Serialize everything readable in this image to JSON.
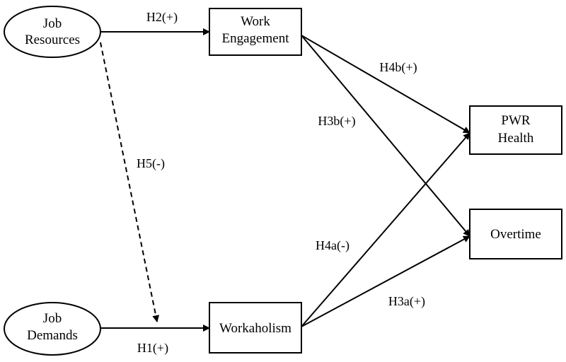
{
  "diagram": {
    "nodes": [
      {
        "id": "job-resources",
        "shape": "ellipse",
        "lines": [
          "Job",
          "Resources"
        ]
      },
      {
        "id": "job-demands",
        "shape": "ellipse",
        "lines": [
          "Job",
          "Demands"
        ]
      },
      {
        "id": "work-engagement",
        "shape": "rect",
        "lines": [
          "Work",
          "Engagement"
        ]
      },
      {
        "id": "workaholism",
        "shape": "rect",
        "lines": [
          "Workaholism"
        ]
      },
      {
        "id": "pwr-health",
        "shape": "rect",
        "lines": [
          "PWR",
          "Health"
        ]
      },
      {
        "id": "overtime",
        "shape": "rect",
        "lines": [
          "Overtime"
        ]
      }
    ],
    "edges": [
      {
        "id": "h2",
        "from": "job-resources",
        "to": "work-engagement",
        "label": "H2(+)",
        "style": "solid"
      },
      {
        "id": "h1",
        "from": "job-demands",
        "to": "workaholism",
        "label": "H1(+)",
        "style": "solid"
      },
      {
        "id": "h5",
        "from": "job-resources",
        "to": "h1-path",
        "label": "H5(-)",
        "style": "dashed"
      },
      {
        "id": "h4b",
        "from": "work-engagement",
        "to": "pwr-health",
        "label": "H4b(+)",
        "style": "solid"
      },
      {
        "id": "h3b",
        "from": "work-engagement",
        "to": "overtime",
        "label": "H3b(+)",
        "style": "solid"
      },
      {
        "id": "h4a",
        "from": "workaholism",
        "to": "pwr-health",
        "label": "H4a(-)",
        "style": "solid"
      },
      {
        "id": "h3a",
        "from": "workaholism",
        "to": "overtime",
        "label": "H3a(+)",
        "style": "solid"
      }
    ],
    "line_color": "#000000"
  }
}
